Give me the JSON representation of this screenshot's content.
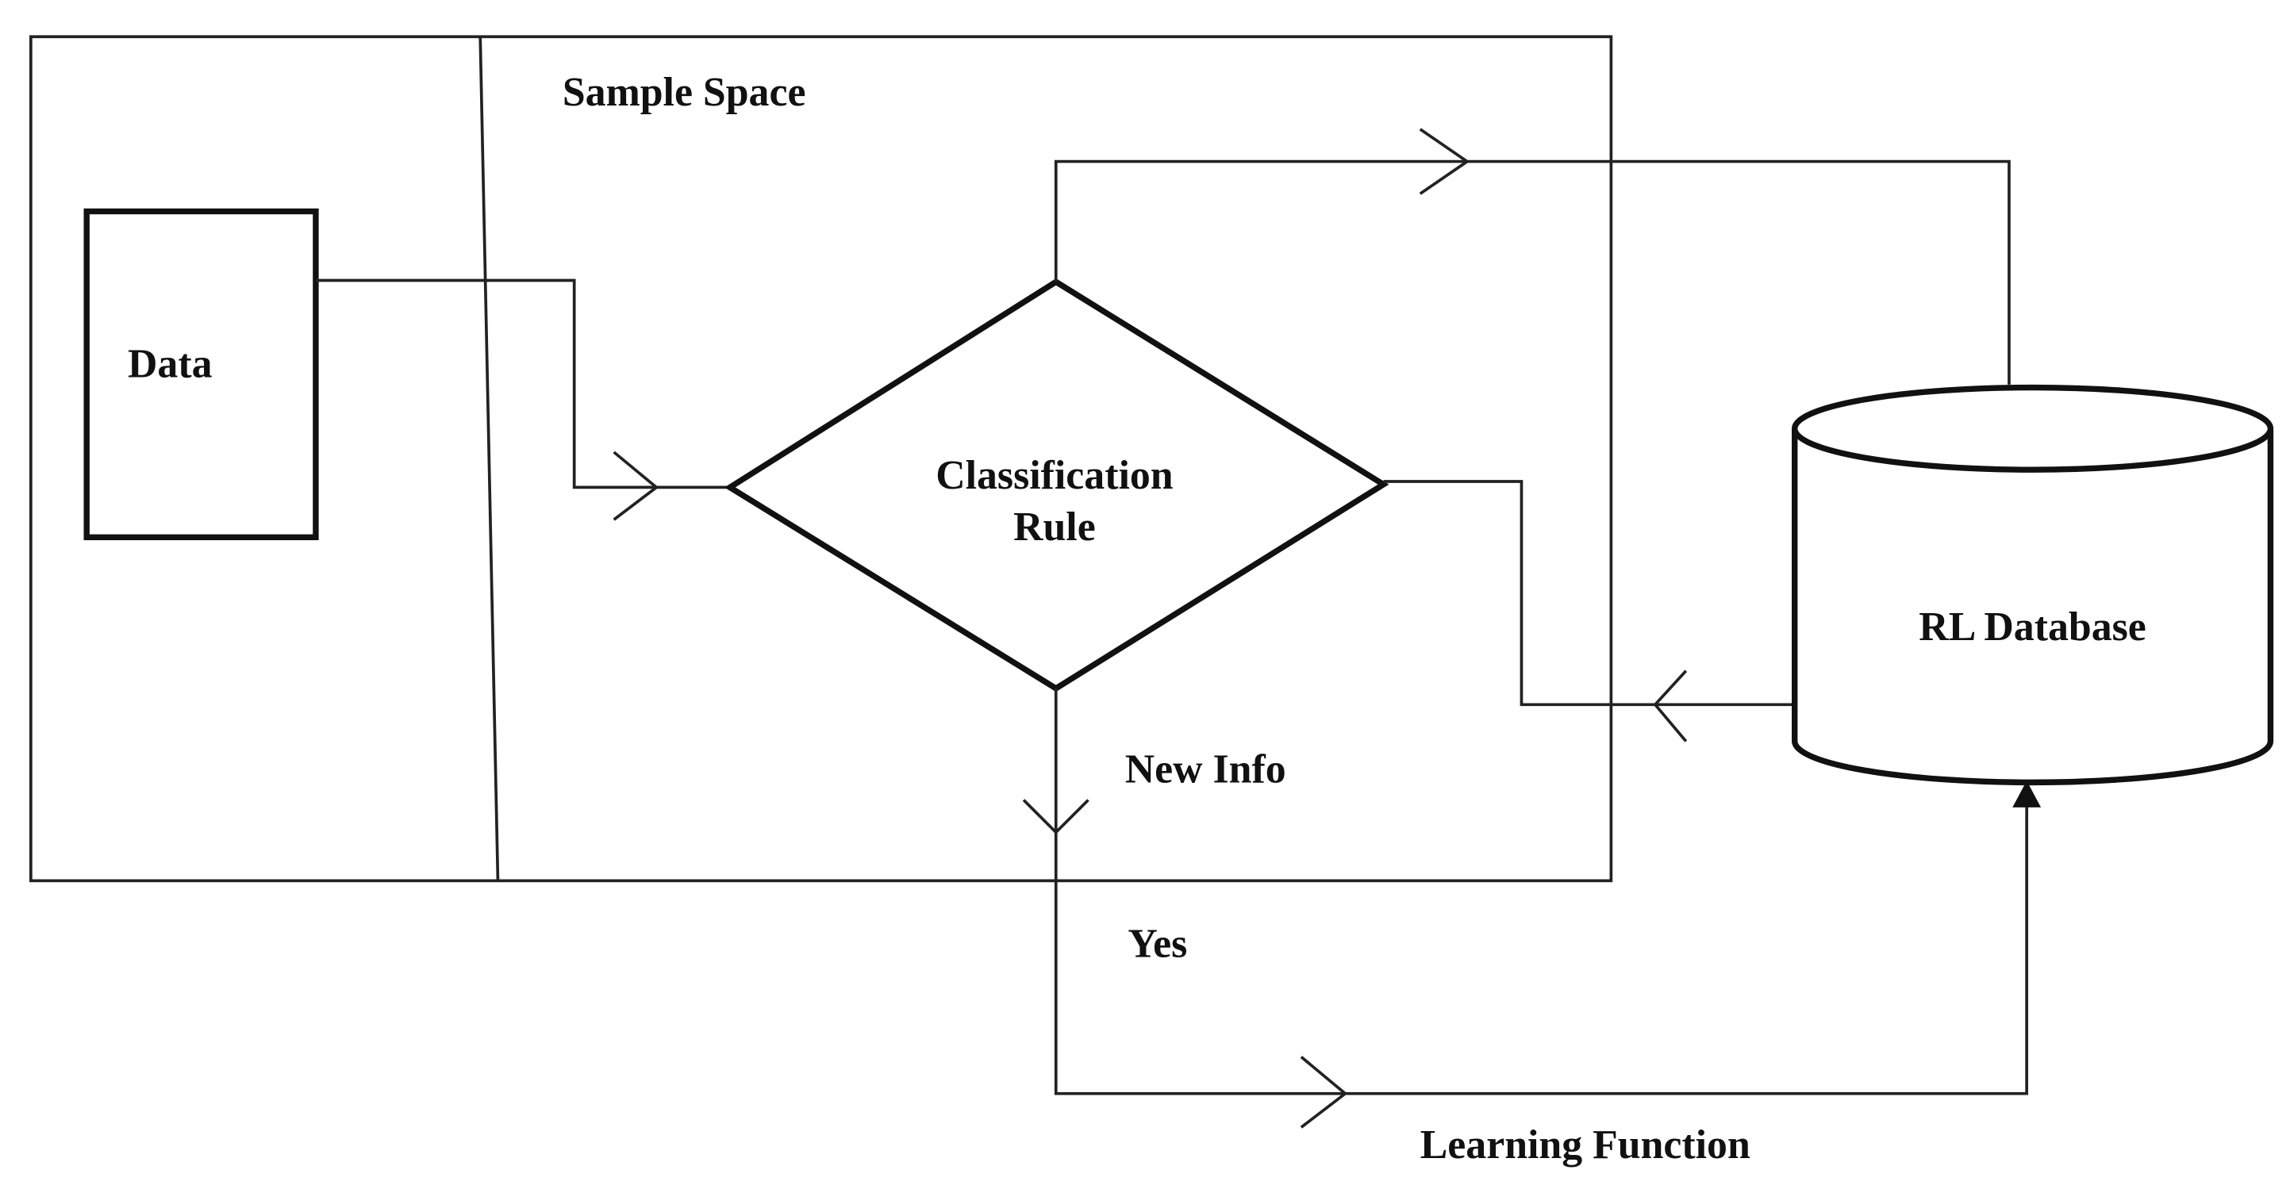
{
  "diagram": {
    "sample_space_label": "Sample Space",
    "data_label": "Data",
    "classification_label_line1": "Classification",
    "classification_label_line2": "Rule",
    "database_label": "RL Database",
    "new_info_label": "New Info",
    "yes_label": "Yes",
    "learning_function_label": "Learning Function"
  }
}
